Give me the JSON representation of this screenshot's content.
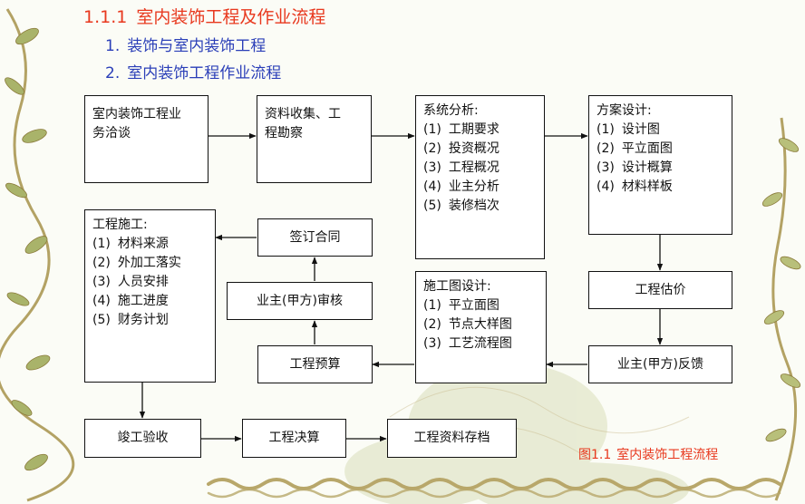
{
  "header": {
    "title_number": "1.1.1",
    "title_text": "室内装饰工程及作业流程",
    "subtitles": [
      {
        "number": "1.",
        "text": "装饰与室内装饰工程"
      },
      {
        "number": "2.",
        "text": "室内装饰工程作业流程"
      }
    ]
  },
  "nodes": {
    "negotiation": {
      "lines": [
        "室内装饰工程业",
        "务洽谈"
      ]
    },
    "survey": {
      "lines": [
        "资料收集、工",
        "程勘察"
      ]
    },
    "analysis": {
      "head": "系统分析:",
      "items": [
        {
          "n": "(1)",
          "t": "工期要求"
        },
        {
          "n": "(2)",
          "t": "投资概况"
        },
        {
          "n": "(3)",
          "t": "工程概况"
        },
        {
          "n": "(4)",
          "t": "业主分析"
        },
        {
          "n": "(5)",
          "t": "装修档次"
        }
      ]
    },
    "scheme": {
      "head": "方案设计:",
      "items": [
        {
          "n": "(1)",
          "t": "设计图"
        },
        {
          "n": "(2)",
          "t": "平立面图"
        },
        {
          "n": "(3)",
          "t": "设计概算"
        },
        {
          "n": "(4)",
          "t": "材料样板"
        }
      ]
    },
    "estimate": {
      "label": "工程估价"
    },
    "feedback": {
      "label": "业主(甲方)反馈"
    },
    "construction_drawing": {
      "head": "施工图设计:",
      "items": [
        {
          "n": "(1)",
          "t": "平立面图"
        },
        {
          "n": "(2)",
          "t": "节点大样图"
        },
        {
          "n": "(3)",
          "t": "工艺流程图"
        }
      ]
    },
    "budget": {
      "label": "工程预算"
    },
    "review": {
      "label": "业主(甲方)审核"
    },
    "contract": {
      "label": "签订合同"
    },
    "construction": {
      "head": "工程施工:",
      "items": [
        {
          "n": "(1)",
          "t": "材料来源"
        },
        {
          "n": "(2)",
          "t": "外加工落实"
        },
        {
          "n": "(3)",
          "t": "人员安排"
        },
        {
          "n": "(4)",
          "t": "施工进度"
        },
        {
          "n": "(5)",
          "t": "财务计划"
        }
      ]
    },
    "acceptance": {
      "label": "竣工验收"
    },
    "settlement": {
      "label": "工程决算"
    },
    "archive": {
      "label": "工程资料存档"
    }
  },
  "caption": {
    "number": "图1.1",
    "text": "室内装饰工程流程"
  },
  "colors": {
    "title": "#e8381e",
    "subtitle": "#2b3fb8",
    "stroke": "#111111",
    "decor": "#b9a566"
  }
}
